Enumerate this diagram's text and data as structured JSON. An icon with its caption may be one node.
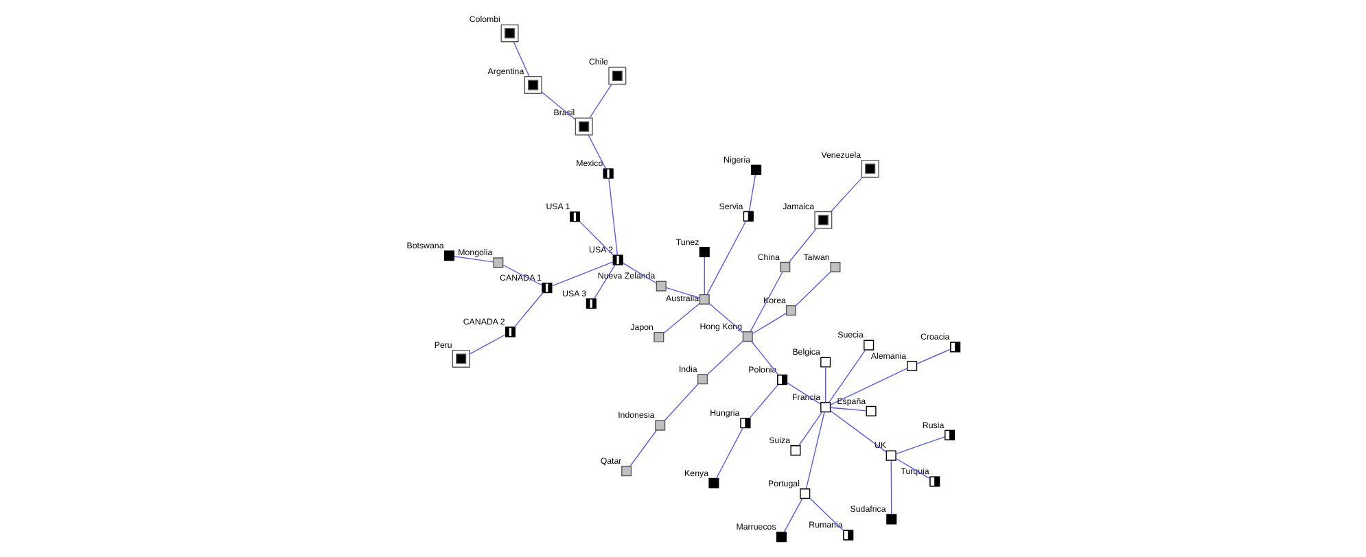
{
  "diagram": {
    "nodes": [
      {
        "text": [],
        "shape": "box",
        "beside": [
          "Botswana"
        ]
      },
      {
        "text": [],
        "shape": "box",
        "beside": [
          "Croacia"
        ]
      },
      {
        "text": [],
        "shape": "box",
        "beside": [
          "Turquia"
        ]
      },
      {
        "text": [],
        "shape": "box",
        "beside": [
          "Mongolia"
        ]
      },
      {
        "text": [],
        "shape": "box",
        "beside": [
          "Rusia"
        ]
      },
      {
        "text": [],
        "shape": "box",
        "beside": [
          "Peru"
        ]
      },
      {
        "text": [],
        "shape": "box",
        "beside": [
          "Alemania"
        ]
      },
      {
        "text": [],
        "shape": "box",
        "beside": [
          "UK"
        ]
      },
      {
        "text": [],
        "shape": "box",
        "beside": [
          "Sudafrica"
        ]
      },
      {
        "text": [],
        "shape": "box",
        "beside": [
          "Suiza"
        ]
      },
      {
        "text": [],
        "shape": "box",
        "beside": [
          "Qatar"
        ]
      },
      {
        "text": [],
        "shape": "box",
        "beside": [
          "CANADA 1"
        ]
      },
      {
        "text": [],
        "shape": "box",
        "beside": [
          "CANADA 2"
        ]
      },
      {
        "text": [],
        "shape": "box",
        "beside": [
          "Suecia"
        ]
      },
      {
        "text": [],
        "shape": "box",
        "beside": [
          "Francia"
        ]
      },
      {
        "text": [],
        "shape": "box",
        "beside": [
          "USA 3"
        ]
      },
      {
        "text": [],
        "shape": "box",
        "beside": [
          "España"
        ]
      },
      {
        "text": [],
        "shape": "box",
        "beside": [
          "Indonesia"
        ]
      },
      {
        "text": [],
        "shape": "box",
        "beside": [
          "Tunez"
        ]
      },
      {
        "text": [],
        "shape": "box",
        "beside": [
          "USA 2"
        ]
      },
      {
        "text": [],
        "shape": "box",
        "beside": [
          "USA 1"
        ]
      },
      {
        "text": [],
        "shape": "box",
        "beside": [
          "Colombi"
        ]
      },
      {
        "text": [],
        "shape": "box",
        "beside": [
          "India"
        ]
      },
      {
        "text": [],
        "shape": "box",
        "beside": [
          "Nueva Zelanda"
        ]
      },
      {
        "text": [],
        "shape": "box",
        "beside": [
          "Rumania"
        ]
      },
      {
        "text": [],
        "shape": "box",
        "beside": [
          "Portugal"
        ]
      },
      {
        "text": [],
        "shape": "box",
        "beside": [
          "Polonia"
        ]
      },
      {
        "text": [],
        "shape": "box",
        "beside": [
          "Argentina"
        ]
      },
      {
        "text": [],
        "shape": "box",
        "beside": [
          "Australia"
        ]
      },
      {
        "text": [],
        "shape": "box",
        "beside": [
          "Hong Kong"
        ]
      },
      {
        "text": [],
        "shape": "box",
        "beside": [
          "Belgica"
        ]
      },
      {
        "text": [],
        "shape": "box",
        "beside": [
          "Mexico"
        ]
      },
      {
        "text": [],
        "shape": "box",
        "beside": [
          "Japon"
        ]
      },
      {
        "text": [],
        "shape": "box",
        "beside": [
          "Hungria"
        ]
      },
      {
        "text": [],
        "shape": "box",
        "beside": [
          "Brasil"
        ]
      },
      {
        "text": [],
        "shape": "box",
        "beside": [
          "Marruecos"
        ]
      },
      {
        "text": [],
        "shape": "box",
        "beside": [
          "Korea"
        ]
      },
      {
        "text": [],
        "shape": "box",
        "beside": [
          "China"
        ]
      },
      {
        "text": [],
        "shape": "box",
        "beside": [
          "Servia"
        ]
      },
      {
        "text": [],
        "shape": "box",
        "beside": [
          "Kenya"
        ]
      },
      {
        "text": [],
        "shape": "box",
        "beside": [
          "Nigeria"
        ]
      },
      {
        "text": [],
        "shape": "box",
        "beside": [
          "Chile"
        ]
      },
      {
        "text": [],
        "shape": "box",
        "beside": [
          "Jamaica"
        ]
      },
      {
        "text": [],
        "shape": "box",
        "beside": [
          "Taiwan"
        ]
      },
      {
        "text": [],
        "shape": "box",
        "beside": [
          "Venezuela"
        ]
      }
    ],
    "edges": [
      {
        "from": 7,
        "to": 2,
        "arrow": "none"
      },
      {
        "from": 7,
        "to": 4,
        "arrow": "none"
      },
      {
        "from": 7,
        "to": 8,
        "arrow": "none"
      },
      {
        "from": 7,
        "to": 14,
        "arrow": "none"
      },
      {
        "from": 14,
        "to": 6,
        "arrow": "none"
      },
      {
        "from": 6,
        "to": 1,
        "arrow": "none"
      },
      {
        "from": 14,
        "to": 9,
        "arrow": "none"
      },
      {
        "from": 14,
        "to": 13,
        "arrow": "none"
      },
      {
        "from": 14,
        "to": 16,
        "arrow": "none"
      },
      {
        "from": 14,
        "to": 25,
        "arrow": "none"
      },
      {
        "from": 25,
        "to": 24,
        "arrow": "none"
      },
      {
        "from": 25,
        "to": 35,
        "arrow": "none"
      },
      {
        "from": 14,
        "to": 30,
        "arrow": "none"
      },
      {
        "from": 14,
        "to": 26,
        "arrow": "none"
      },
      {
        "from": 26,
        "to": 33,
        "arrow": "none"
      },
      {
        "from": 33,
        "to": 39,
        "arrow": "none"
      },
      {
        "from": 26,
        "to": 29,
        "arrow": "none"
      },
      {
        "from": 29,
        "to": 22,
        "arrow": "none"
      },
      {
        "from": 22,
        "to": 17,
        "arrow": "none"
      },
      {
        "from": 17,
        "to": 10,
        "arrow": "none"
      },
      {
        "from": 29,
        "to": 36,
        "arrow": "none"
      },
      {
        "from": 36,
        "to": 43,
        "arrow": "none"
      },
      {
        "from": 29,
        "to": 37,
        "arrow": "none"
      },
      {
        "from": 37,
        "to": 42,
        "arrow": "none"
      },
      {
        "from": 42,
        "to": 44,
        "arrow": "none"
      },
      {
        "from": 29,
        "to": 28,
        "arrow": "none"
      },
      {
        "from": 28,
        "to": 18,
        "arrow": "none"
      },
      {
        "from": 28,
        "to": 32,
        "arrow": "none"
      },
      {
        "from": 28,
        "to": 38,
        "arrow": "none"
      },
      {
        "from": 38,
        "to": 40,
        "arrow": "none"
      },
      {
        "from": 28,
        "to": 23,
        "arrow": "none"
      },
      {
        "from": 23,
        "to": 19,
        "arrow": "none"
      },
      {
        "from": 19,
        "to": 15,
        "arrow": "none"
      },
      {
        "from": 19,
        "to": 20,
        "arrow": "none"
      },
      {
        "from": 19,
        "to": 11,
        "arrow": "none"
      },
      {
        "from": 11,
        "to": 3,
        "arrow": "none"
      },
      {
        "from": 3,
        "to": 0,
        "arrow": "none"
      },
      {
        "from": 11,
        "to": 12,
        "arrow": "none"
      },
      {
        "from": 12,
        "to": 5,
        "arrow": "none"
      },
      {
        "from": 19,
        "to": 31,
        "arrow": "none"
      },
      {
        "from": 31,
        "to": 34,
        "arrow": "none"
      },
      {
        "from": 34,
        "to": 27,
        "arrow": "none"
      },
      {
        "from": 27,
        "to": 21,
        "arrow": "none"
      },
      {
        "from": 34,
        "to": 41,
        "arrow": "none"
      }
    ]
  }
}
